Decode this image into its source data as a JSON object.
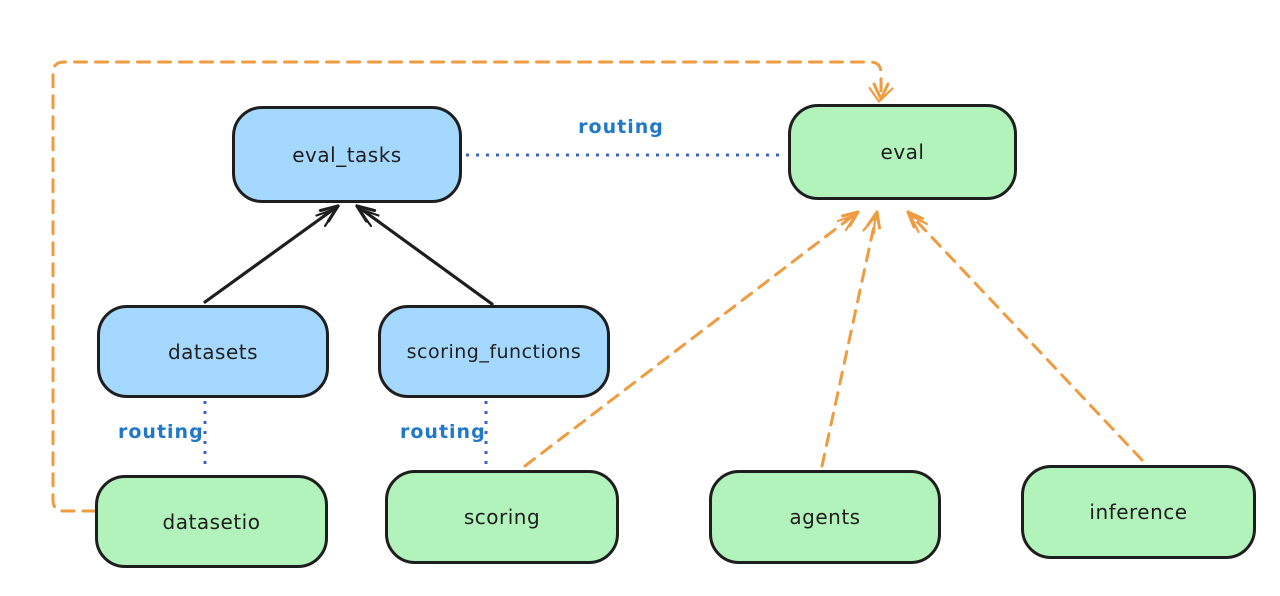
{
  "diagram": {
    "nodes": [
      {
        "id": "eval_tasks",
        "label": "eval_tasks",
        "fill": "#a5d8ff",
        "kind": "resource"
      },
      {
        "id": "eval",
        "label": "eval",
        "fill": "#b2f2bb",
        "kind": "api"
      },
      {
        "id": "datasets",
        "label": "datasets",
        "fill": "#a5d8ff",
        "kind": "resource"
      },
      {
        "id": "scoring_functions",
        "label": "scoring_functions",
        "fill": "#a5d8ff",
        "kind": "resource"
      },
      {
        "id": "datasetio",
        "label": "datasetio",
        "fill": "#b2f2bb",
        "kind": "api"
      },
      {
        "id": "scoring",
        "label": "scoring",
        "fill": "#b2f2bb",
        "kind": "api"
      },
      {
        "id": "agents",
        "label": "agents",
        "fill": "#b2f2bb",
        "kind": "api"
      },
      {
        "id": "inference",
        "label": "inference",
        "fill": "#b2f2bb",
        "kind": "api"
      }
    ],
    "edges": [
      {
        "from": "datasets",
        "to": "eval_tasks",
        "style": "solid-black-arrow",
        "label": ""
      },
      {
        "from": "scoring_functions",
        "to": "eval_tasks",
        "style": "solid-black-arrow",
        "label": ""
      },
      {
        "from": "eval_tasks",
        "to": "eval",
        "style": "dotted-blue",
        "label": "routing"
      },
      {
        "from": "datasets",
        "to": "datasetio",
        "style": "dotted-blue",
        "label": "routing"
      },
      {
        "from": "scoring_functions",
        "to": "scoring",
        "style": "dotted-blue",
        "label": "routing"
      },
      {
        "from": "scoring",
        "to": "eval",
        "style": "dashed-orange-arrow",
        "label": ""
      },
      {
        "from": "agents",
        "to": "eval",
        "style": "dashed-orange-arrow",
        "label": ""
      },
      {
        "from": "inference",
        "to": "eval",
        "style": "dashed-orange-arrow",
        "label": ""
      },
      {
        "from": "datasetio",
        "to": "eval",
        "style": "dashed-orange-arrow",
        "label": ""
      }
    ],
    "edge_labels": [
      "routing",
      "routing",
      "routing"
    ],
    "colors": {
      "background": "#ffffff",
      "node_blue_fill": "#a5d8ff",
      "node_green_fill": "#b2f2bb",
      "node_stroke": "#1e1e1e",
      "black_arrow": "#1e1e1e",
      "orange_dashed": "#ef9b40",
      "blue_dotted": "#3b63c8",
      "routing_label_text": "#1f78c8"
    }
  }
}
